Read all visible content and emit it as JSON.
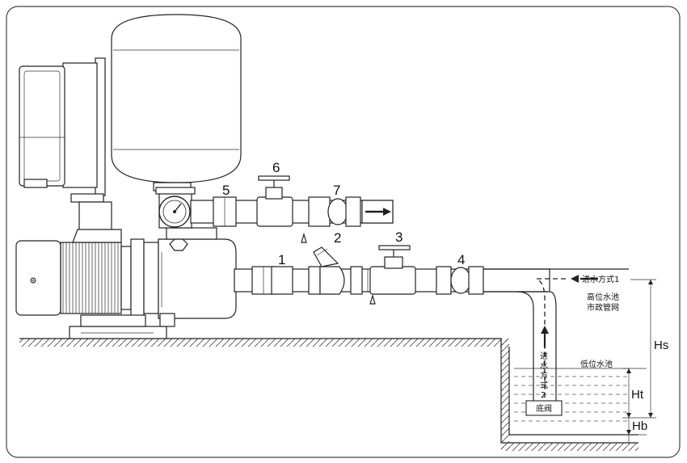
{
  "labels": {
    "n1": "1",
    "n2": "2",
    "n3": "3",
    "n4": "4",
    "n5": "5",
    "n6": "6",
    "n7": "7"
  },
  "inlet1": "进水方式1",
  "high_tank_line1": "高位水池",
  "high_tank_line2": "市政管网",
  "low_tank": "低位水池",
  "inlet2_chars": [
    "进",
    "水",
    "方",
    "式",
    "2"
  ],
  "foot_valve": "底阀",
  "dim_hs": "Hs",
  "dim_ht": "Ht",
  "dim_hb": "Hb"
}
